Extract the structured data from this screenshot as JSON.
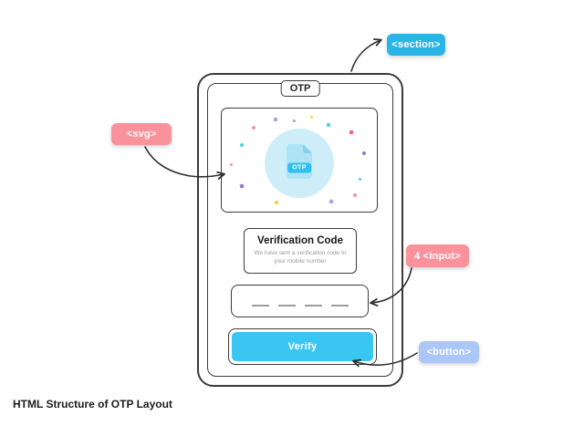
{
  "caption": "HTML Structure of OTP Layout",
  "annotations": {
    "section_tag": "<section>",
    "svg_tag": "<svg>",
    "input_tag": "4 <input>",
    "button_tag": "<button>"
  },
  "phone": {
    "header_label": "OTP",
    "illustration_badge": "OTP",
    "verification_title": "Verification Code",
    "verification_subtitle": "We have sent a verification code to your mobile number",
    "otp_input_slots": 4,
    "verify_label": "Verify"
  },
  "colors": {
    "section_tag_bg": "#29b5e8",
    "svg_tag_bg": "#f9929b",
    "input_tag_bg": "#f9929b",
    "button_tag_bg": "#aac7f7",
    "verify_button_bg": "#3ac6f3",
    "otp_badge_bg": "#2fc0ef",
    "illustration_circle_bg": "#cdeef9",
    "arrow_color": "#2e2e2e"
  }
}
